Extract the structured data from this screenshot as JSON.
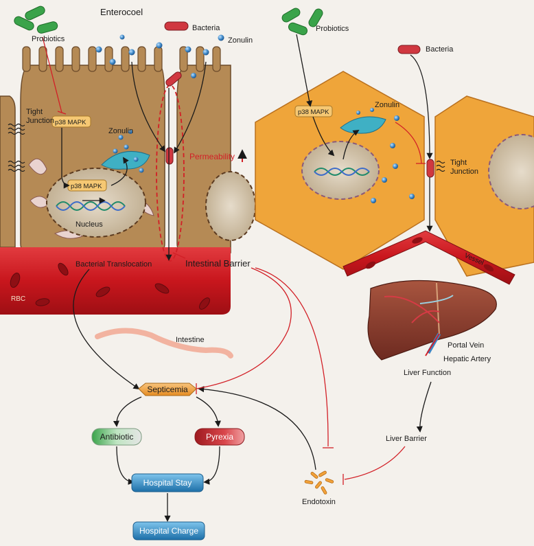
{
  "labels": {
    "enterocoel": "Enterocoel",
    "bacteria_left": "Bacteria",
    "zonulin_left_top": "Zonulin",
    "probiotics_left": "Probiotics",
    "tight_junction_left_1": "Tight",
    "tight_junction_left_2": "Junction",
    "p38_left_a": "p38 MAPK",
    "p38_left_b": "p38 MAPK",
    "zonulin_left_cell": "Zonulin",
    "nucleus": "Nucleus",
    "permeability": "Permeability",
    "bacterial_translocation": "Bacterial Translocation",
    "intestinal_barrier": "Intestinal Barrier",
    "rbc": "RBC",
    "intestine": "Intestine",
    "probiotics_right": "Probiotics",
    "bacteria_right": "Bacteria",
    "p38_right": "p38 MAPK",
    "zonulin_right": "Zonulin",
    "tight_junction_right_1": "Tight",
    "tight_junction_right_2": "Junction",
    "vessel": "Vessel",
    "portal_vein": "Portal Vein",
    "hepatic_artery": "Hepatic Artery",
    "liver_function": "Liver Function",
    "liver_barrier": "Liver Barrier",
    "endotoxin": "Endotoxin"
  },
  "flow": {
    "septicemia": "Septicemia",
    "antibiotic": "Antibiotic",
    "pyrexia": "Pyrexia",
    "hospital_stay": "Hospital Stay",
    "hospital_charge": "Hospital Charge"
  },
  "colors": {
    "background": "#f4f1ec",
    "enterocyte": "#b58a55",
    "hepatocyte": "#efa53a",
    "blood": "#c8161d",
    "inhibit": "#d21f26",
    "zonulin": "#3b86c6",
    "probiotic": "#3aa34a",
    "septicemia": "#f2a54a",
    "antibiotic": "#6cbf7b",
    "pyrexia": "#c0262b",
    "hospital": "#2f8ec4"
  }
}
